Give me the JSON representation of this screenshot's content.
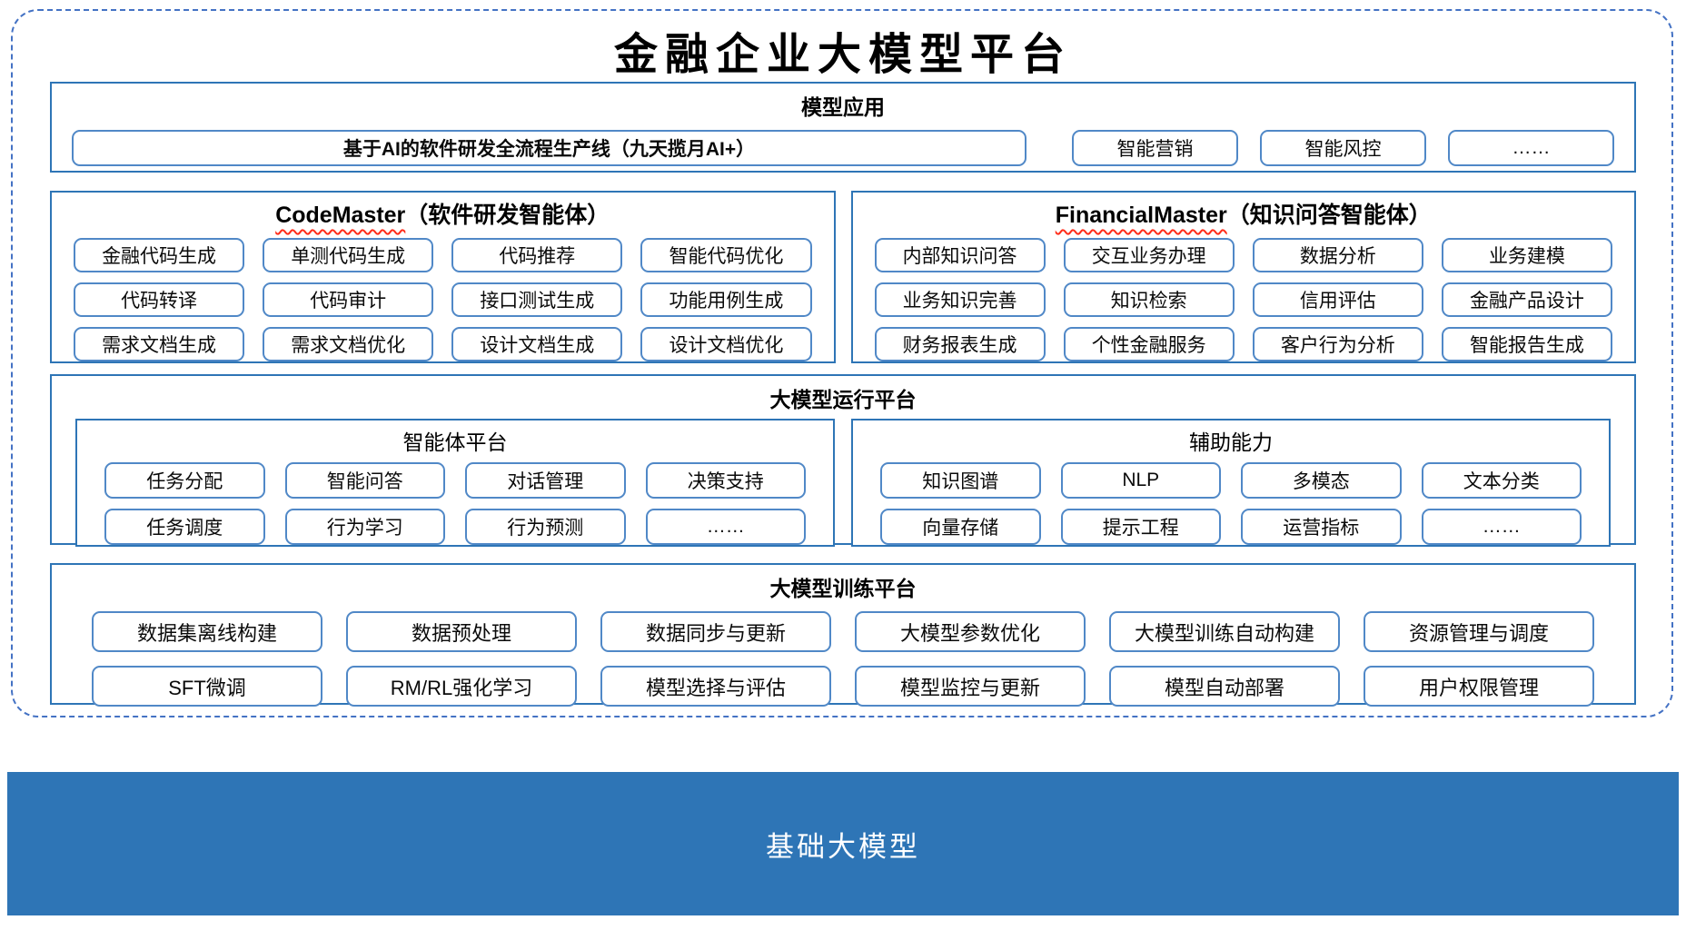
{
  "title": "金融企业大模型平台",
  "colors": {
    "panel_border": "#2E75B6",
    "box_border": "#5088C7",
    "dashed_border": "#4472C4",
    "foundation_bar_bg": "#2E75B6",
    "wavy_underline": "#FF2D1A"
  },
  "model_apps": {
    "header": "模型应用",
    "main_item": "基于AI的软件研发全流程生产线（九天揽月AI+）",
    "items": [
      "智能营销",
      "智能风控",
      "……"
    ]
  },
  "agents": [
    {
      "name": "CodeMaster",
      "subtitle": "（软件研发智能体）",
      "items": [
        "金融代码生成",
        "单测代码生成",
        "代码推荐",
        "智能代码优化",
        "代码转译",
        "代码审计",
        "接口测试生成",
        "功能用例生成",
        "需求文档生成",
        "需求文档优化",
        "设计文档生成",
        "设计文档优化"
      ]
    },
    {
      "name": "FinancialMaster",
      "subtitle": "（知识问答智能体）",
      "items": [
        "内部知识问答",
        "交互业务办理",
        "数据分析",
        "业务建模",
        "业务知识完善",
        "知识检索",
        "信用评估",
        "金融产品设计",
        "财务报表生成",
        "个性金融服务",
        "客户行为分析",
        "智能报告生成"
      ]
    }
  ],
  "runtime_platform": {
    "title": "大模型运行平台",
    "groups": [
      {
        "title": "智能体平台",
        "items": [
          "任务分配",
          "智能问答",
          "对话管理",
          "决策支持",
          "任务调度",
          "行为学习",
          "行为预测",
          "……"
        ]
      },
      {
        "title": "辅助能力",
        "items": [
          "知识图谱",
          "NLP",
          "多模态",
          "文本分类",
          "向量存储",
          "提示工程",
          "运营指标",
          "……"
        ]
      }
    ]
  },
  "training_platform": {
    "title": "大模型训练平台",
    "items": [
      "数据集离线构建",
      "数据预处理",
      "数据同步与更新",
      "大模型参数优化",
      "大模型训练自动构建",
      "资源管理与调度",
      "SFT微调",
      "RM/RL强化学习",
      "模型选择与评估",
      "模型监控与更新",
      "模型自动部署",
      "用户权限管理"
    ]
  },
  "foundation": {
    "label": "基础大模型"
  }
}
